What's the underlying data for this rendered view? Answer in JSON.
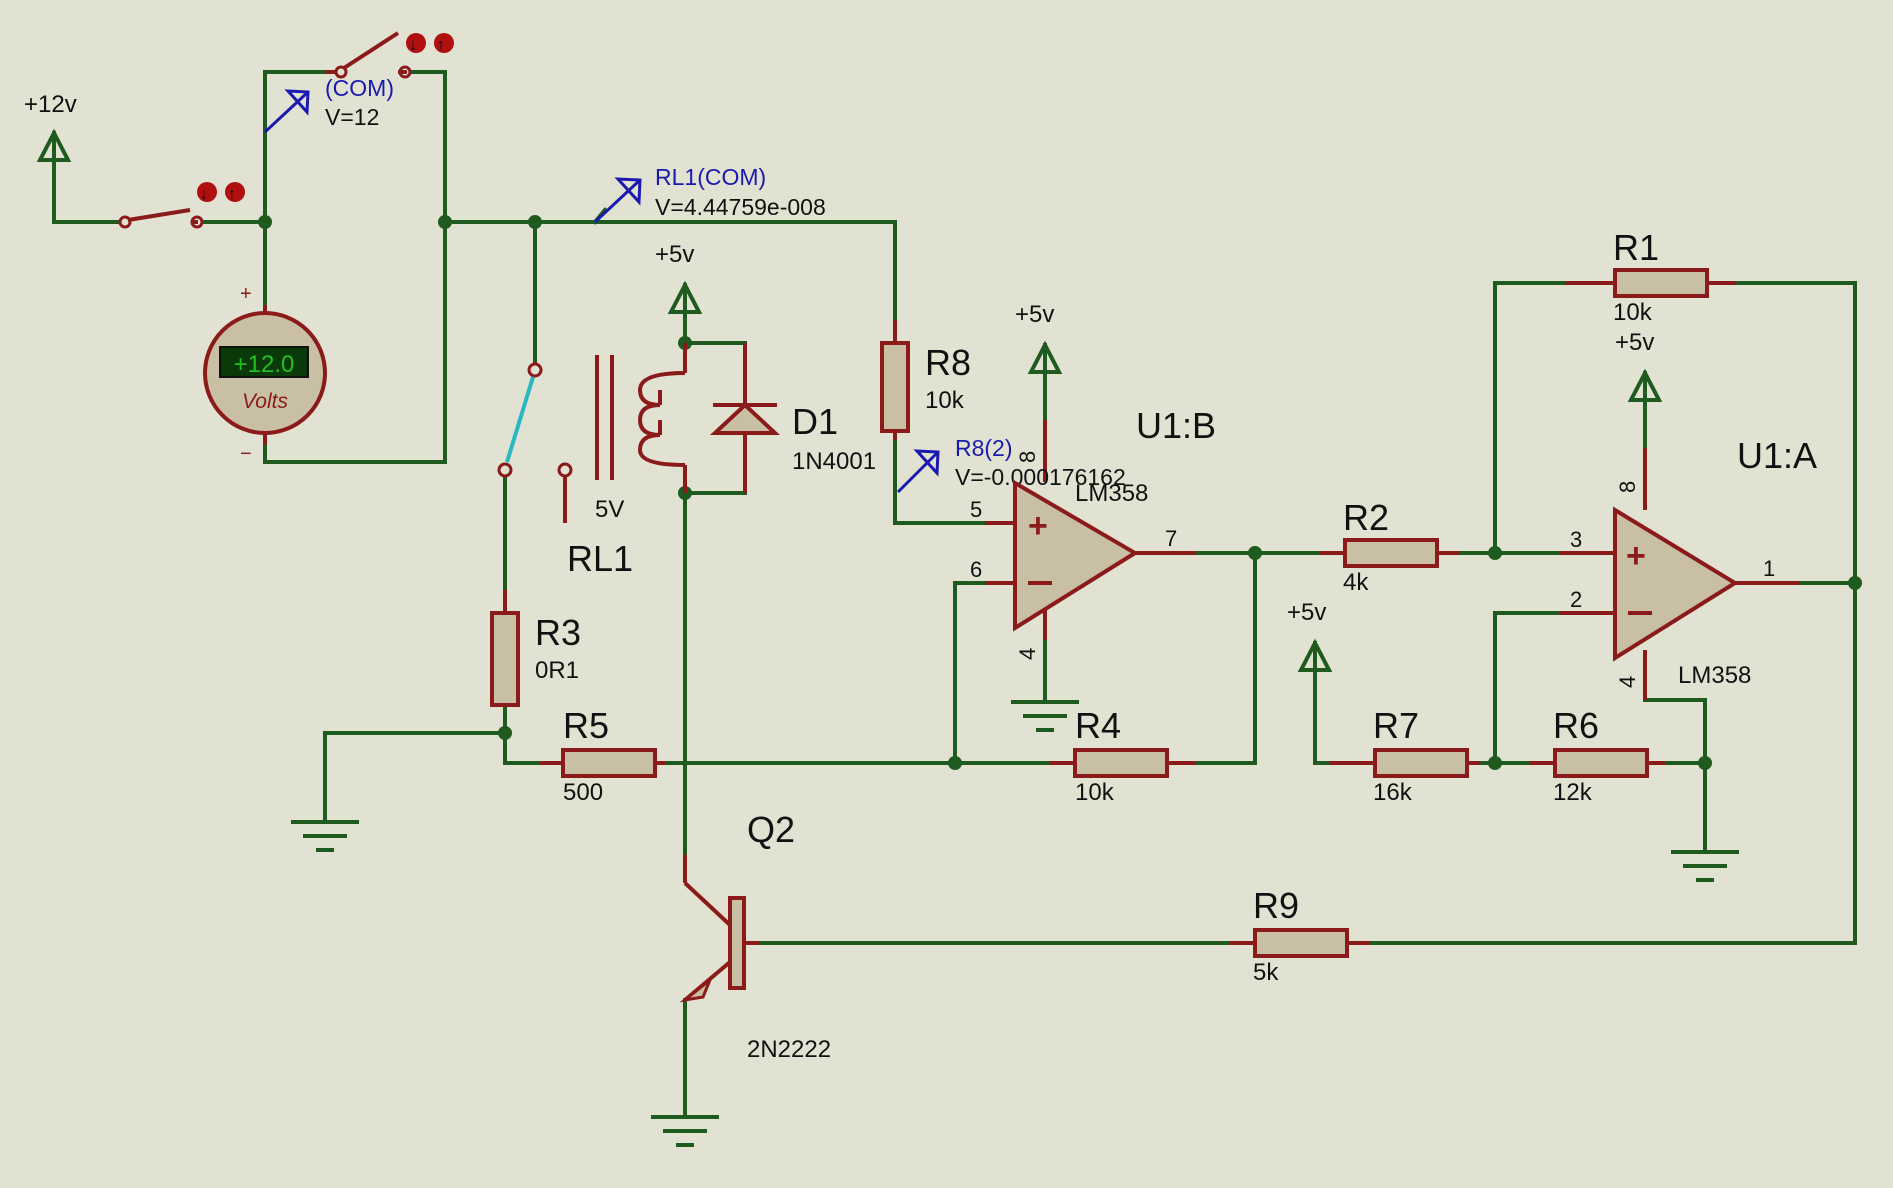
{
  "rails": {
    "plus12": "+12v",
    "plus5": "+5v"
  },
  "probes": {
    "top_name": "(COM)",
    "top_value": "V=12",
    "rl1_name": "RL1(COM)",
    "rl1_value": "V=4.44759e-008",
    "r8_name": "R8(2)",
    "r8_value": "V=-0.000176162"
  },
  "voltmeter": {
    "reading": "+12.0",
    "unit": "Volts",
    "plus": "+",
    "minus": "−"
  },
  "relay": {
    "name": "RL1",
    "value": "5V"
  },
  "diode": {
    "name": "D1",
    "value": "1N4001"
  },
  "transistor": {
    "name": "Q2",
    "value": "2N2222"
  },
  "opamps": {
    "ub_name": "U1:B",
    "ub_part": "LM358",
    "ua_name": "U1:A",
    "ua_part": "LM358",
    "pins": {
      "p5": "5",
      "p6": "6",
      "p7": "7",
      "p8b": "8",
      "p4b": "4",
      "p3": "3",
      "p2": "2",
      "p1": "1",
      "p8a": "8",
      "p4a": "4"
    }
  },
  "resistors": {
    "R1": {
      "name": "R1",
      "value": "10k"
    },
    "R2": {
      "name": "R2",
      "value": "4k"
    },
    "R3": {
      "name": "R3",
      "value": "0R1"
    },
    "R4": {
      "name": "R4",
      "value": "10k"
    },
    "R5": {
      "name": "R5",
      "value": "500"
    },
    "R6": {
      "name": "R6",
      "value": "12k"
    },
    "R7": {
      "name": "R7",
      "value": "16k"
    },
    "R8": {
      "name": "R8",
      "value": "10k"
    },
    "R9": {
      "name": "R9",
      "value": "5k"
    }
  },
  "colors": {
    "background": "#e2e2d2",
    "wire": "#1f5a1f",
    "component": "#8b1a1a",
    "body_fill": "#c9bfa4",
    "probe_text": "#1a1ab0",
    "meter_display": "#22c022"
  }
}
